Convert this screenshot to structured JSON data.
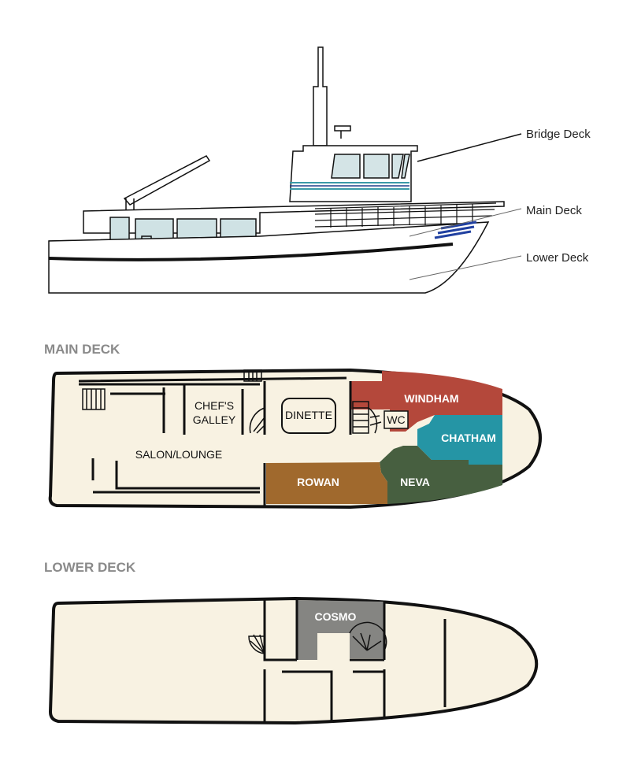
{
  "profile": {
    "labels": {
      "bridge": "Bridge Deck",
      "main": "Main Deck",
      "lower": "Lower Deck"
    }
  },
  "main_deck": {
    "heading": "MAIN DECK",
    "areas": {
      "galley_line1": "CHEF'S",
      "galley_line2": "GALLEY",
      "dinette": "DINETTE",
      "wc": "WC",
      "salon": "SALON/LOUNGE"
    },
    "cabins": [
      {
        "name": "WINDHAM",
        "color": "#b4483b"
      },
      {
        "name": "CHATHAM",
        "color": "#2595a5"
      },
      {
        "name": "NEVA",
        "color": "#475f40"
      },
      {
        "name": "ROWAN",
        "color": "#a0692d"
      }
    ]
  },
  "lower_deck": {
    "heading": "LOWER DECK",
    "cabins": [
      {
        "name": "COSMO",
        "color": "#858582"
      }
    ]
  },
  "colors": {
    "hull": "#f8f2e2",
    "heading": "#8a8a8a"
  }
}
